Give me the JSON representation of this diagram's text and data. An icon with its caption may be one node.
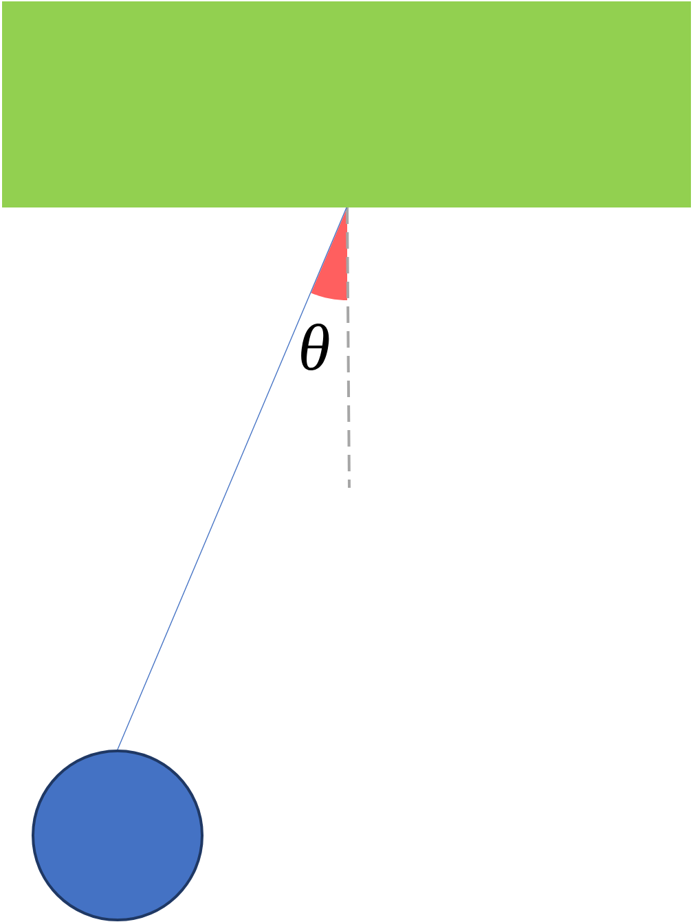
{
  "diagram": {
    "nodes": [
      {
        "text": [],
        "shape": "bar"
      },
      {
        "text": [],
        "shape": "circle"
      }
    ],
    "edges": [
      {
        "from": 0,
        "to": 1,
        "arrow": "none"
      }
    ],
    "labels": [
      "θ"
    ]
  }
}
